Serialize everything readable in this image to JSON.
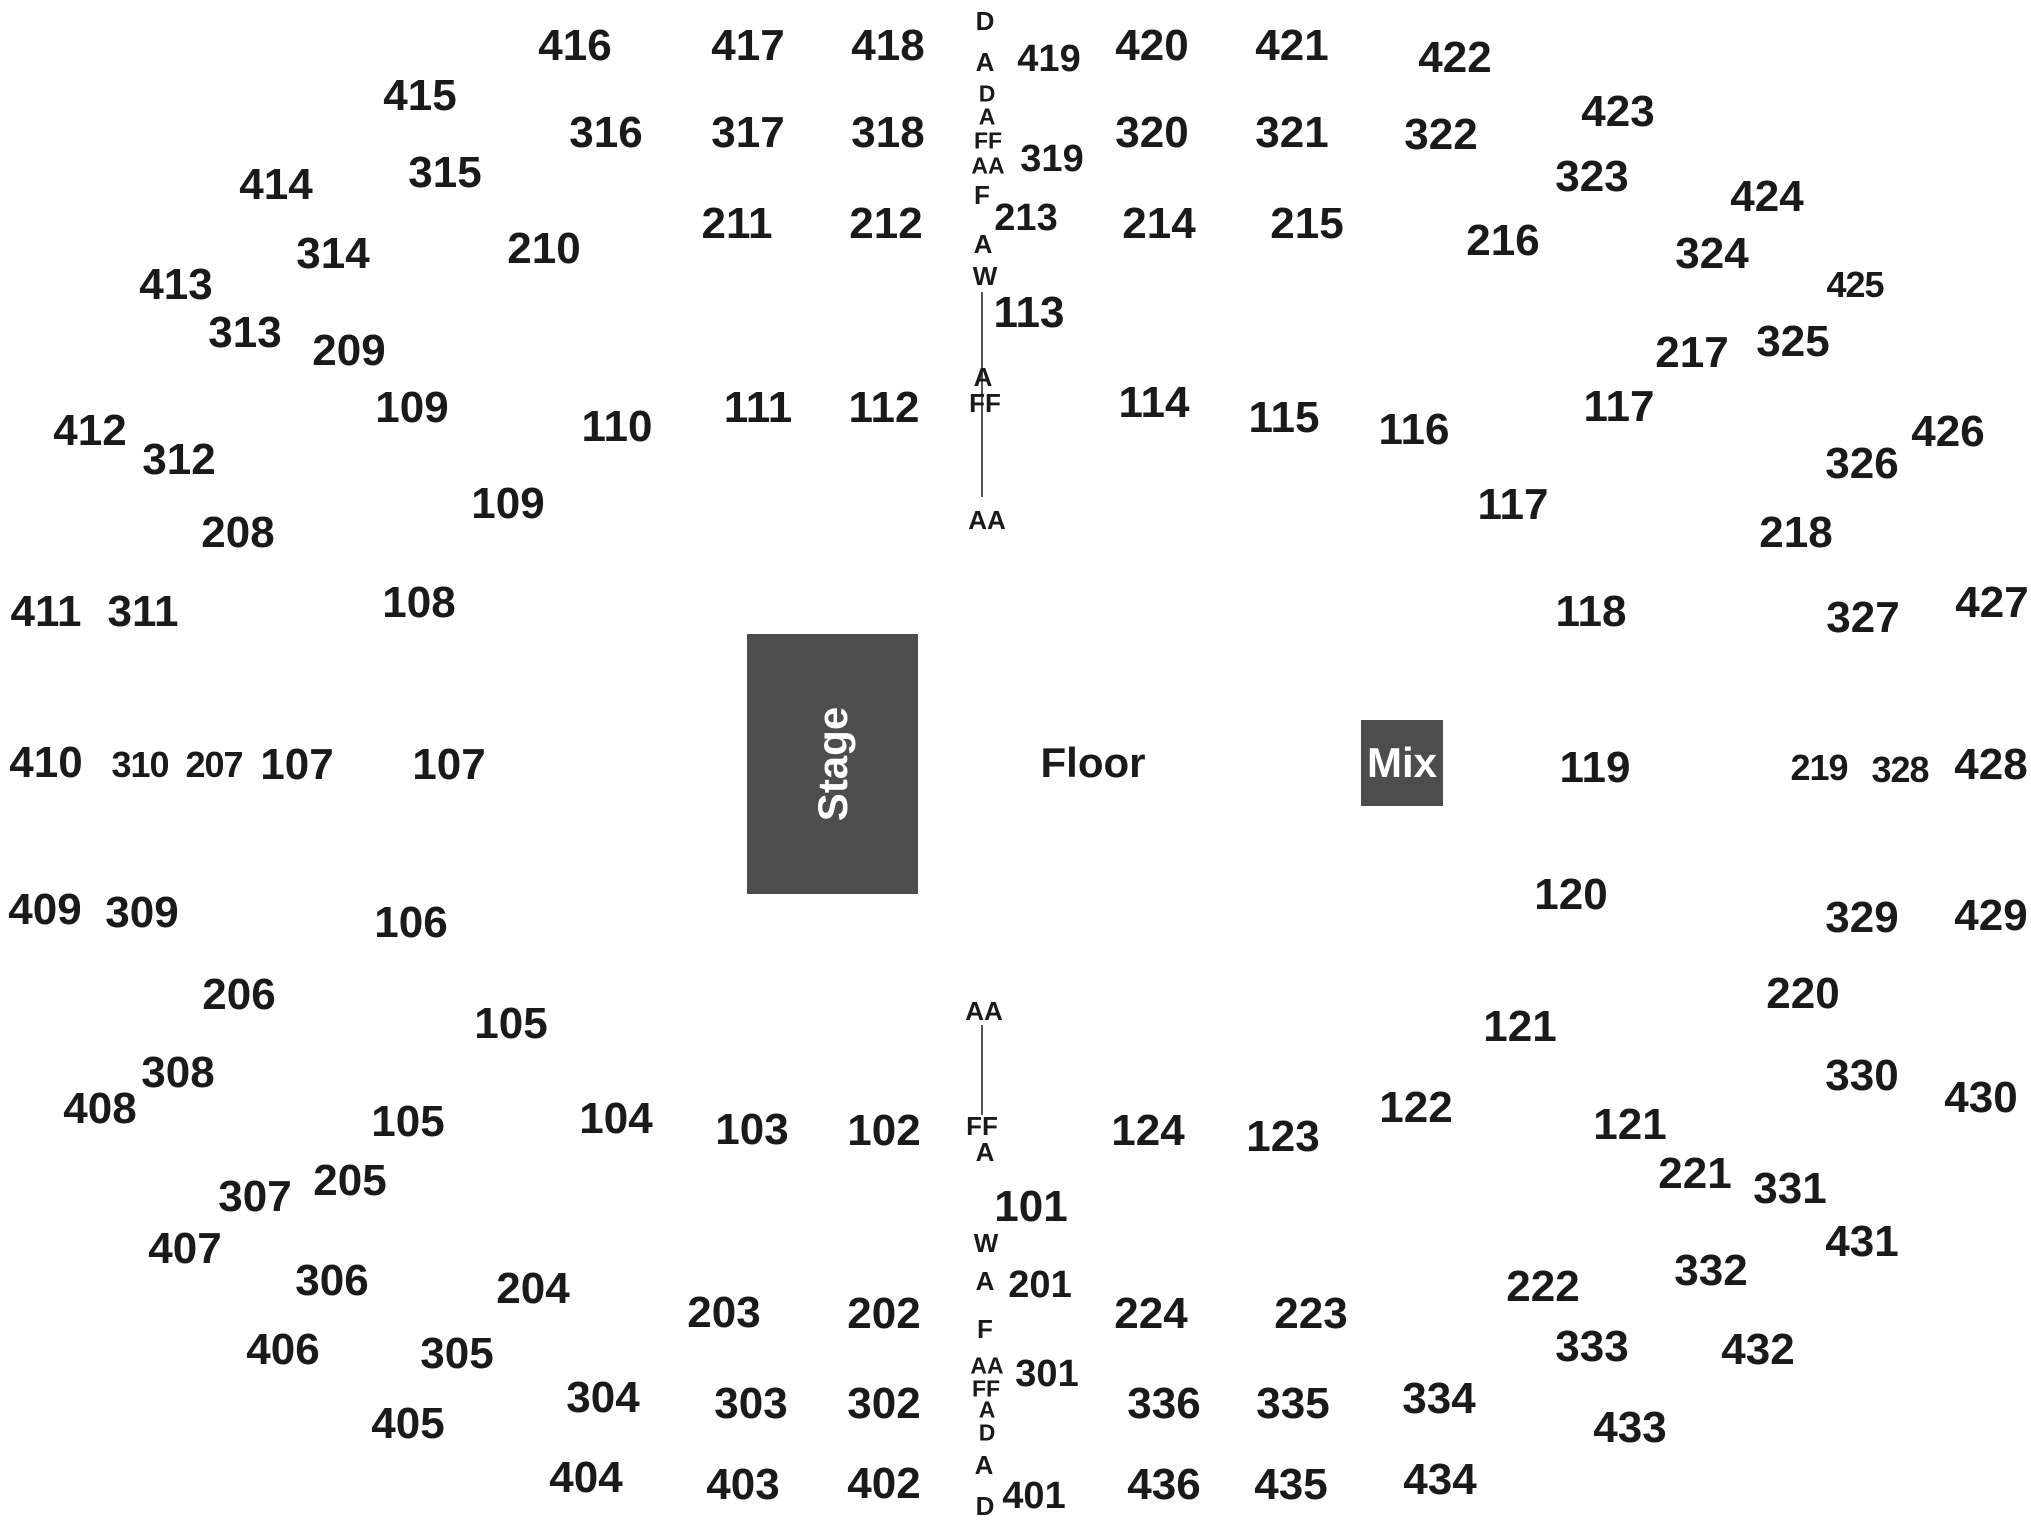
{
  "stage": {
    "label": "Stage"
  },
  "floor": {
    "label": "Floor"
  },
  "mix": {
    "label": "Mix"
  },
  "colors": {
    "stage_fill": "#4d4d4d",
    "mix_fill": "#4d4d4d",
    "block_text": "#ffffff",
    "label_text": "#1a1a1a",
    "background": "#ffffff"
  },
  "sections": [
    "416",
    "417",
    "418",
    "419",
    "420",
    "421",
    "422",
    "423",
    "424",
    "425",
    "426",
    "427",
    "415",
    "316",
    "317",
    "318",
    "319",
    "320",
    "321",
    "322",
    "323",
    "414",
    "315",
    "213",
    "324",
    "314",
    "210",
    "211",
    "212",
    "214",
    "215",
    "216",
    "413",
    "313",
    "209",
    "113",
    "217",
    "325",
    "412",
    "312",
    "109",
    "110",
    "111",
    "112",
    "114",
    "115",
    "116",
    "117",
    "326",
    "208",
    "109",
    "117",
    "218",
    "411",
    "311",
    "108",
    "118",
    "327",
    "410",
    "310",
    "207",
    "107",
    "107",
    "119",
    "219",
    "328",
    "428",
    "409",
    "309",
    "106",
    "120",
    "329",
    "429",
    "206",
    "105",
    "121",
    "220",
    "408",
    "308",
    "105",
    "104",
    "103",
    "102",
    "124",
    "123",
    "122",
    "121",
    "330",
    "430",
    "307",
    "205",
    "101",
    "221",
    "331",
    "407",
    "306",
    "204",
    "201",
    "222",
    "332",
    "431",
    "406",
    "305",
    "203",
    "202",
    "224",
    "223",
    "333",
    "432",
    "405",
    "304",
    "303",
    "302",
    "301",
    "336",
    "335",
    "334",
    "433",
    "404",
    "403",
    "402",
    "401",
    "436",
    "435",
    "434"
  ],
  "aisle_markers": {
    "upper": [
      "D",
      "A",
      "D",
      "A",
      "FF",
      "AA",
      "F",
      "A",
      "W",
      "A",
      "FF",
      "AA"
    ],
    "lower": [
      "AA",
      "FF",
      "A",
      "W",
      "A",
      "F",
      "AA",
      "FF",
      "A",
      "D",
      "A",
      "D"
    ]
  }
}
